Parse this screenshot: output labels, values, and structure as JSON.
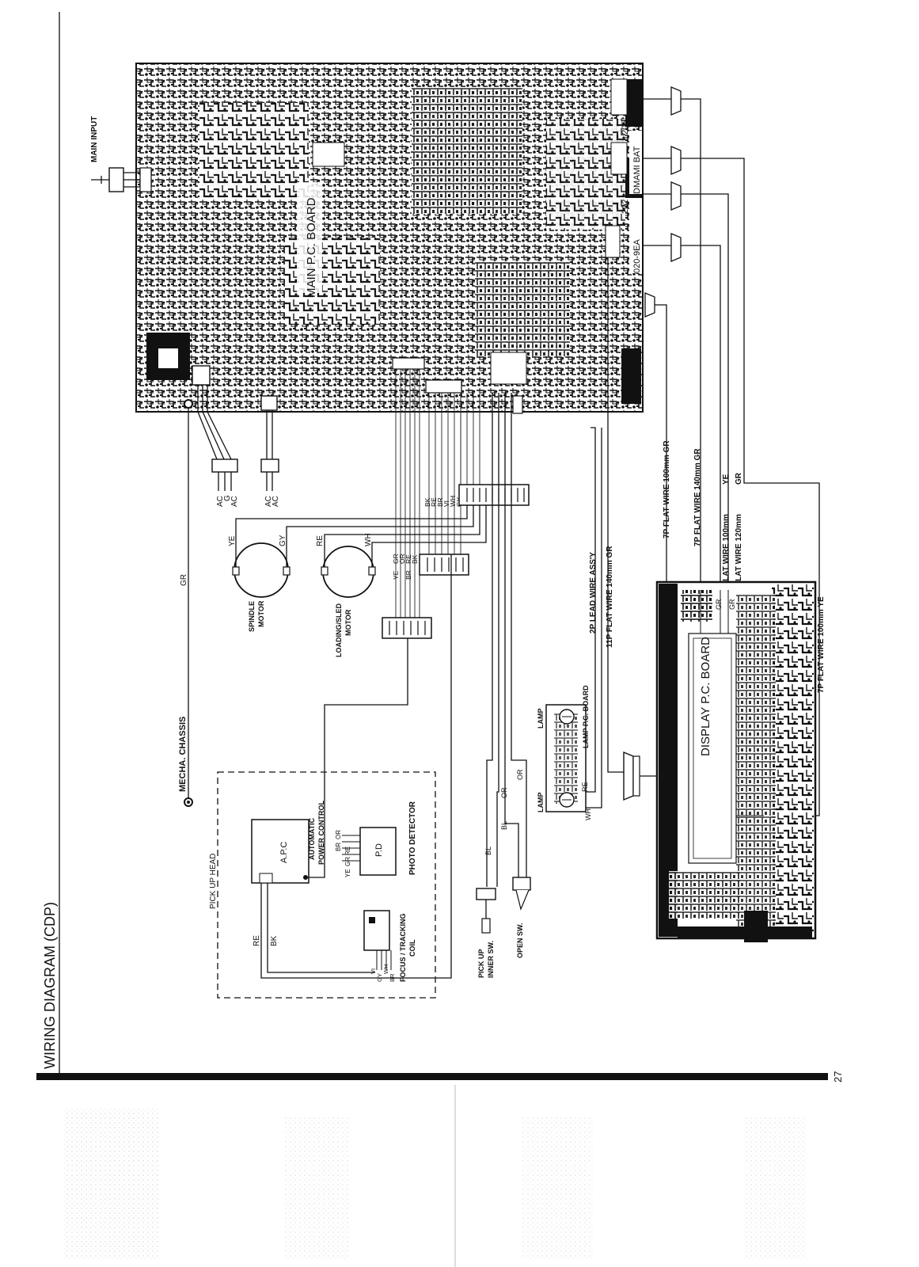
{
  "page": {
    "title": "WIRING DIAGRAM (CDP)",
    "page_number": "27"
  },
  "boards": {
    "main_pc_board": "MAIN P.C. BOARD",
    "display_pc_board": "DISPLAY P.C. BOARD",
    "lamp_pc_board": "LAMP P.C. BOARD",
    "board_marks": [
      "020-9EA",
      "DMAMI BAT",
      "202",
      "205"
    ]
  },
  "labels": {
    "main_input": "MAIN INPUT",
    "mecha_chassis": "MECHA. CHASSIS",
    "pick_up_head": "PICK UP HEAD",
    "apc": "A.P.C",
    "automatic": "AUTOMATIC",
    "power_control": "POWER CONTROL",
    "pd": "P.D",
    "photo_detector": "PHOTO DETECTOR",
    "focus_tracking": "FOCUS / TRACKING",
    "coil": "COIL",
    "spindle": "SPINDLE",
    "motor": "MOTOR",
    "loading_sled": "LOADING/SLED",
    "pick_up": "PICK UP",
    "inner_sw": "INNER SW.",
    "open_sw": "OPEN SW.",
    "lamp": "LAMP"
  },
  "power_wires": {
    "group_a": [
      "AC",
      "G",
      "AC"
    ],
    "group_b": [
      "AC",
      "AC"
    ]
  },
  "wire_colors": {
    "gr": "GR",
    "ye": "YE",
    "gy": "GY",
    "re": "RE",
    "wh": "WH",
    "bk": "BK",
    "br": "BR",
    "vi": "VI",
    "or": "OR",
    "bl": "BL"
  },
  "wire_runs": {
    "w1": "7P FLAT WIRE 100mm GR",
    "w2": "7P FLAT WIRE 140mm GR",
    "w3": "FLAT WIRE 100mm",
    "w4": "FLAT WIRE 120mm",
    "w5": "2P LEAD WIRE ASS'Y",
    "w6": "11P FLAT WIRE 140mm GR",
    "w7": "7P FLAT WIRE 100mm YE"
  },
  "colors": {
    "ink": "#111111",
    "paper": "#ffffff",
    "border_bar": "#111111"
  }
}
